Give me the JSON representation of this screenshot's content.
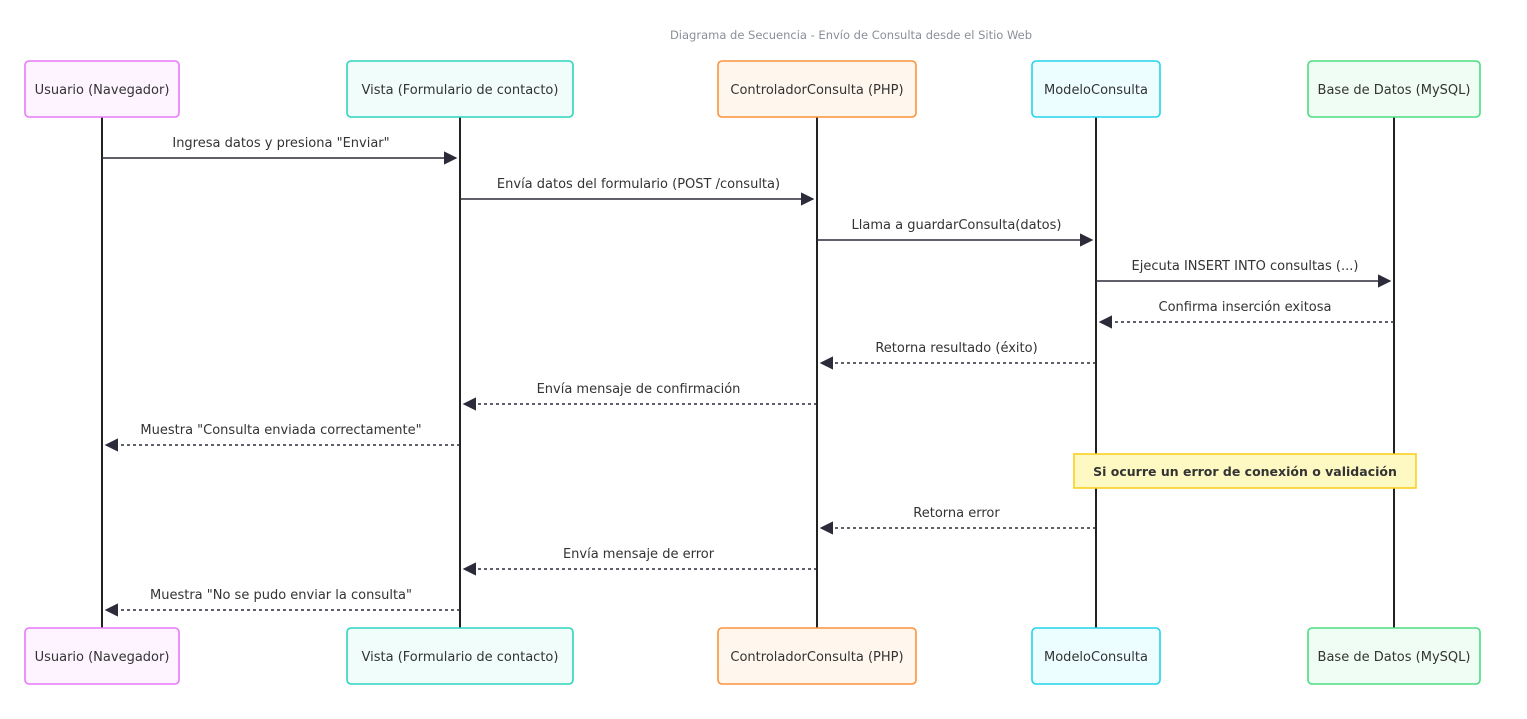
{
  "title": "Diagrama de Secuencia - Envío de Consulta desde el Sitio Web",
  "participants": [
    {
      "id": "user",
      "label": "Usuario (Navegador)",
      "border": "#e879f9",
      "fill": "#fdf4ff"
    },
    {
      "id": "view",
      "label": "Vista (Formulario de contacto)",
      "border": "#2dd4bf",
      "fill": "#f0fdfa"
    },
    {
      "id": "ctrl",
      "label": "ControladorConsulta (PHP)",
      "border": "#fb923c",
      "fill": "#fff7ed"
    },
    {
      "id": "model",
      "label": "ModeloConsulta",
      "border": "#22d3ee",
      "fill": "#ecfeff"
    },
    {
      "id": "db",
      "label": "Base de Datos (MySQL)",
      "border": "#4ade80",
      "fill": "#f0fdf4"
    }
  ],
  "messages": [
    {
      "from": "user",
      "to": "view",
      "label": "Ingresa datos y presiona \"Enviar\"",
      "style": "solid"
    },
    {
      "from": "view",
      "to": "ctrl",
      "label": "Envía datos del formulario (POST /consulta)",
      "style": "solid"
    },
    {
      "from": "ctrl",
      "to": "model",
      "label": "Llama a guardarConsulta(datos)",
      "style": "solid"
    },
    {
      "from": "model",
      "to": "db",
      "label": "Ejecuta INSERT INTO consultas (...)",
      "style": "solid"
    },
    {
      "from": "db",
      "to": "model",
      "label": "Confirma inserción exitosa",
      "style": "dashed"
    },
    {
      "from": "model",
      "to": "ctrl",
      "label": "Retorna resultado (éxito)",
      "style": "dashed"
    },
    {
      "from": "ctrl",
      "to": "view",
      "label": "Envía mensaje de confirmación",
      "style": "dashed"
    },
    {
      "from": "view",
      "to": "user",
      "label": "Muestra \"Consulta enviada correctamente\"",
      "style": "dashed"
    },
    {
      "from": "model",
      "to": "ctrl",
      "label": "Retorna error",
      "style": "dashed"
    },
    {
      "from": "ctrl",
      "to": "view",
      "label": "Envía mensaje de error",
      "style": "dashed"
    },
    {
      "from": "view",
      "to": "user",
      "label": "Muestra \"No se pudo enviar la consulta\"",
      "style": "dashed"
    }
  ],
  "note": {
    "label": "Si ocurre un error de conexión o validación",
    "span": [
      "model",
      "db"
    ],
    "fill": "#fef9c3",
    "border": "#facc15"
  },
  "colors": {
    "line": "#222222",
    "arrow": "#2b2b3a"
  }
}
